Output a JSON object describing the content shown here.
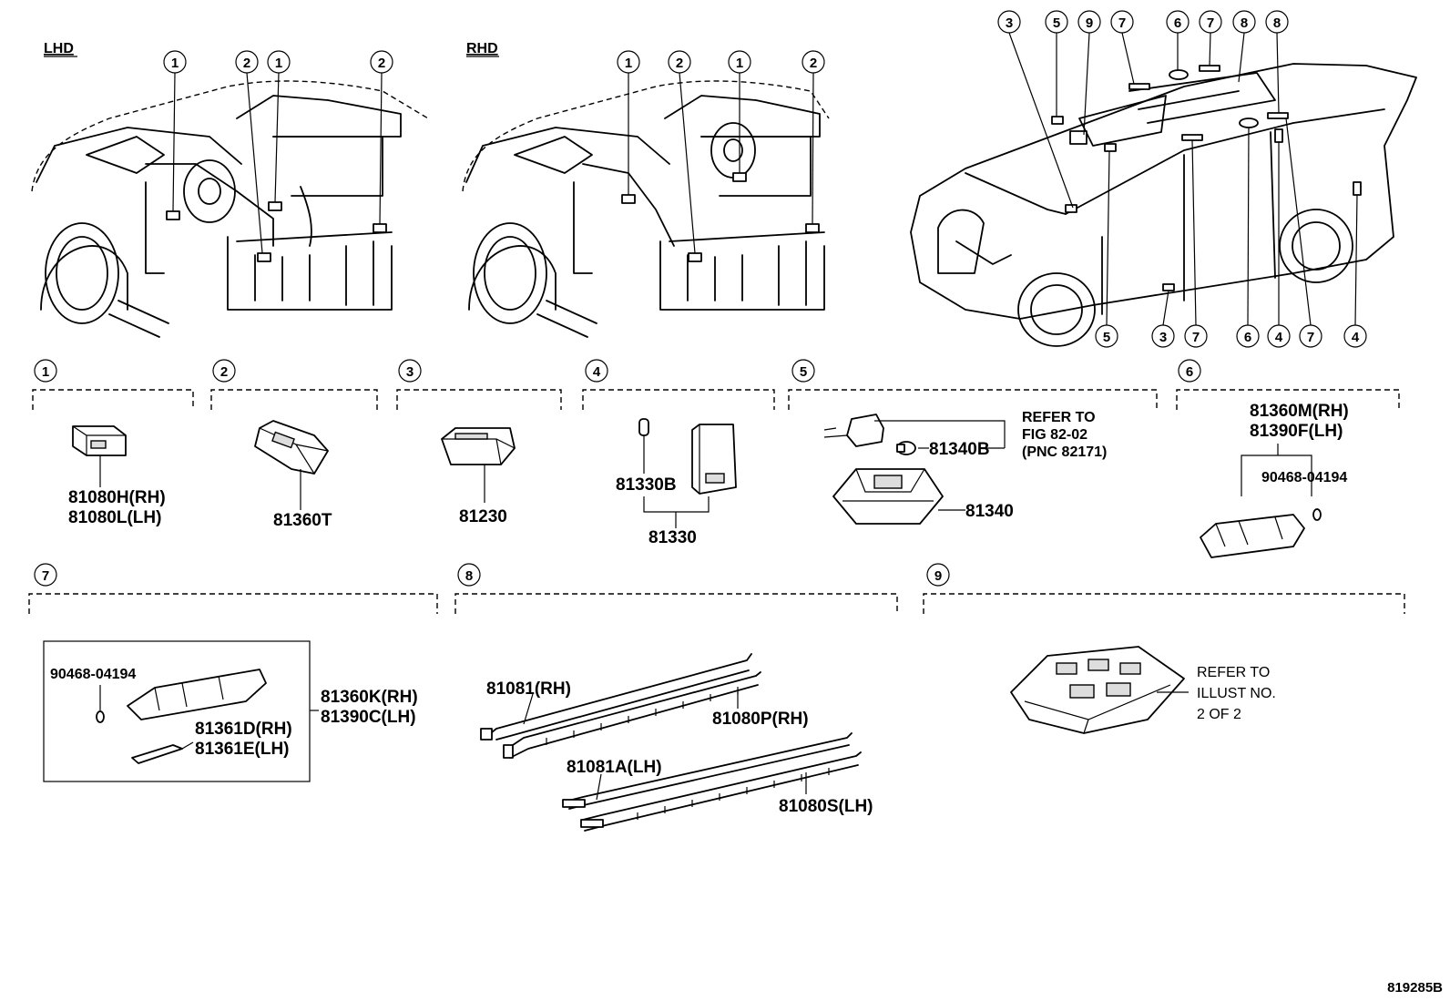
{
  "views": {
    "lhd": "LHD",
    "rhd": "RHD"
  },
  "sections": [
    "1",
    "2",
    "3",
    "4",
    "5",
    "6",
    "7",
    "8",
    "9"
  ],
  "callouts": {
    "lhd": [
      "1",
      "2",
      "1",
      "2"
    ],
    "rhd": [
      "1",
      "2",
      "1",
      "2"
    ],
    "car_top": [
      "3",
      "5",
      "9",
      "7",
      "6",
      "7",
      "8",
      "8"
    ],
    "car_bottom": [
      "5",
      "3",
      "7",
      "6",
      "4",
      "7",
      "4"
    ]
  },
  "parts": {
    "s1_rh": "81080H(RH)",
    "s1_lh": "81080L(LH)",
    "s2": "81360T",
    "s3": "81230",
    "s4_bulb": "81330B",
    "s4_assy": "81330",
    "s5_bulb": "81340B",
    "s5_assy": "81340",
    "s5_ref1": "REFER TO",
    "s5_ref2": "FIG 82-02",
    "s5_ref3": "(PNC 82171)",
    "s6_rh": "81360M(RH)",
    "s6_lh": "81390F(LH)",
    "s6_bulb": "90468-04194",
    "s7_bulb": "90468-04194",
    "s7_rh": "81360K(RH)",
    "s7_lh": "81390C(LH)",
    "s7_lens_rh": "81361D(RH)",
    "s7_lens_lh": "81361E(LH)",
    "s8_a": "81081(RH)",
    "s8_b": "81080P(RH)",
    "s8_c": "81081A(LH)",
    "s8_d": "81080S(LH)",
    "s9_ref1": "REFER TO",
    "s9_ref2": "ILLUST NO.",
    "s9_ref3": "2 OF 2"
  },
  "figure_id": "819285B"
}
